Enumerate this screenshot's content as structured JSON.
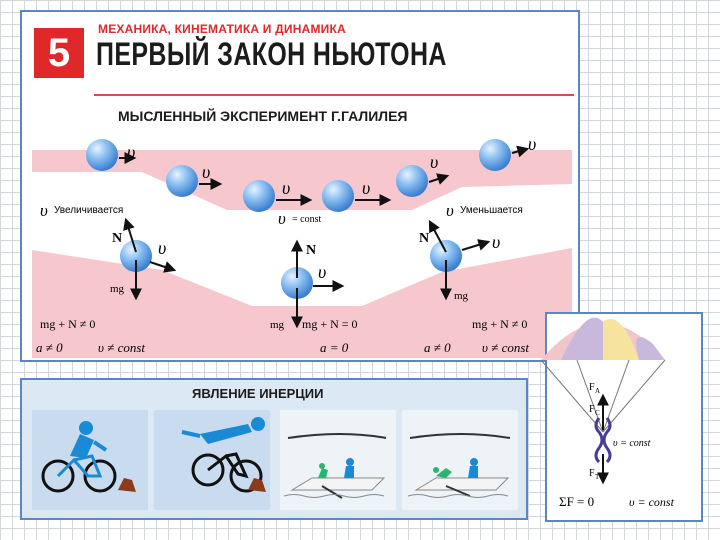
{
  "header": {
    "number": "5",
    "subtitle": "МЕХАНИКА, КИНЕМАТИКА И ДИНАМИКА",
    "title": "ПЕРВЫЙ ЗАКОН НЬЮТОНА"
  },
  "experiment": {
    "title": "МЫСЛЕННЫЙ ЭКСПЕРИМЕНТ Г.ГАЛИЛЕЯ",
    "v_symbol": "υ",
    "increases": "Увеличивается",
    "decreases": "Уменьшается",
    "const_label": "= const",
    "N_symbol": "N",
    "mg_symbol": "mg",
    "left_sum": "mg + N ≠ 0",
    "mid_sum": "mg + N = 0",
    "right_sum": "mg + N ≠ 0",
    "left_a": "a ≠ 0",
    "left_v": "υ ≠ const",
    "mid_a": "a = 0",
    "right_a": "a ≠ 0",
    "right_v": "υ ≠ const"
  },
  "inertia": {
    "title": "ЯВЛЕНИЕ ИНЕРЦИИ"
  },
  "parachute": {
    "F_a": "F",
    "F_a_sub": "A",
    "F_c": "F",
    "F_c_sub": "C",
    "F_t": "F",
    "F_t_sub": "T",
    "v_label": "υ = const",
    "sum_label": "ΣF = 0",
    "v_const_bottom": "υ = const"
  },
  "colors": {
    "accent_red": "#e0282a",
    "panel_border": "#5b86c6",
    "pink_band": "#f6c8cd",
    "ball": "#5d9ee6",
    "inertia_bg": "#dde8f5",
    "scene_bg": "#c9dcef"
  },
  "icons": [
    "ball-icon",
    "velocity-arrow-icon",
    "cyclist-icon",
    "stump-icon",
    "boat-icon",
    "parachute-icon"
  ]
}
